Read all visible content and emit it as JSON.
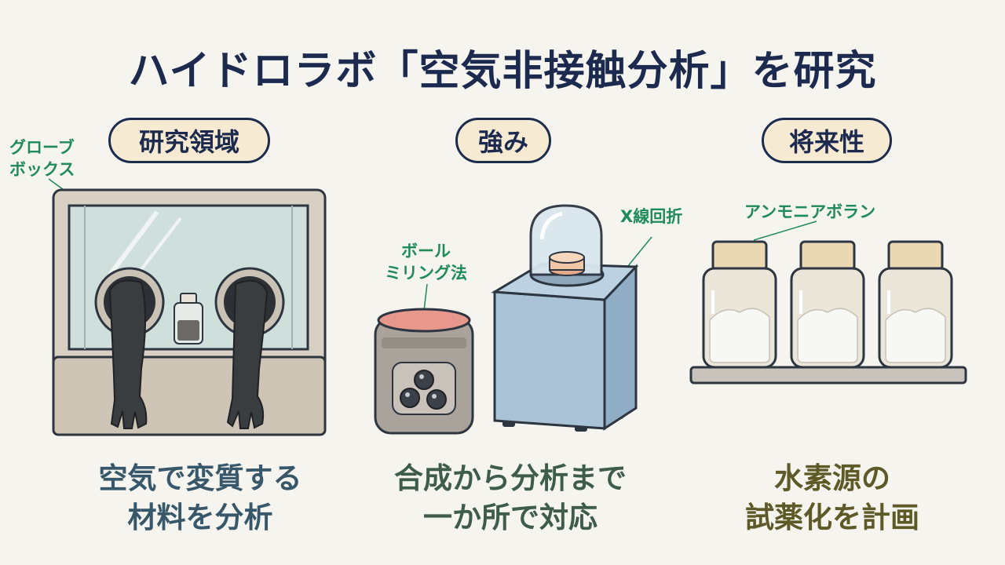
{
  "title": "ハイドロラボ「空気非接触分析」を研究",
  "sections": [
    {
      "heading": "研究領域",
      "label_lines": [
        "グローブ",
        "ボックス"
      ],
      "caption_lines": [
        "空気で変質する",
        "材料を分析"
      ],
      "illustration": "glovebox-icon"
    },
    {
      "heading": "強み",
      "label_a_lines": [
        "ボール",
        "ミリング法"
      ],
      "label_b": "X線回折",
      "caption_lines": [
        "合成から分析まで",
        "一か所で対応"
      ],
      "illustration": "ball-mill-and-xrd-icon"
    },
    {
      "heading": "将来性",
      "label": "アンモニアボラン",
      "caption_lines": [
        "水素源の",
        "試薬化を計画"
      ],
      "illustration": "reagent-bottles-icon"
    }
  ],
  "colors": {
    "title": "#1b2a4e",
    "pill_fill": "#f6ead2",
    "label_green": "#1f8a5a",
    "caption_1": "#37576a",
    "caption_2": "#3d5c4a",
    "caption_3": "#5d5a28"
  }
}
